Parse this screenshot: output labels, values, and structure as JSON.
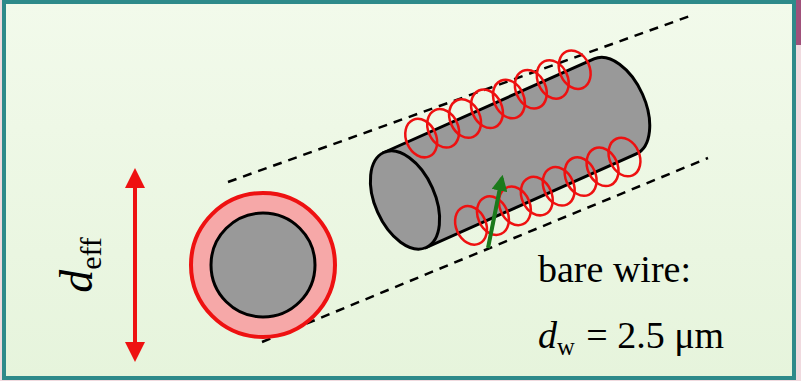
{
  "diagram": {
    "labels": [
      "d",
      "eff",
      "bare wire:",
      "d",
      "w",
      "= 2.5 μm"
    ]
  }
}
